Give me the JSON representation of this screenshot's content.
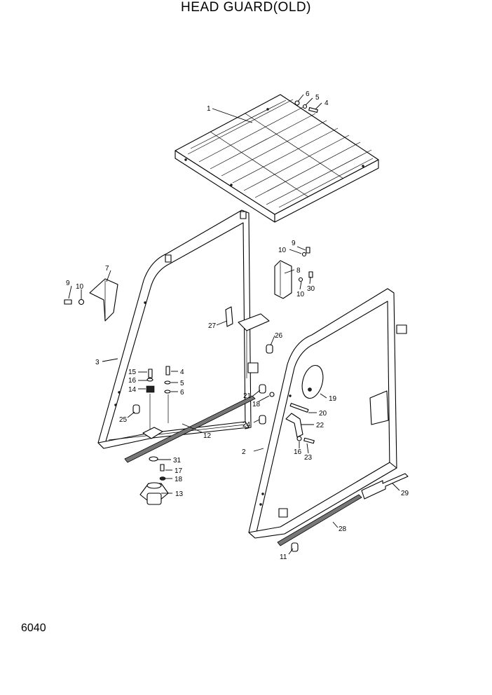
{
  "title": "HEAD GUARD(OLD)",
  "page_number": "6040",
  "callouts": [
    "1",
    "2",
    "3",
    "4",
    "4",
    "5",
    "5",
    "6",
    "6",
    "7",
    "8",
    "9",
    "9",
    "10",
    "10",
    "10",
    "11",
    "12",
    "13",
    "14",
    "15",
    "16",
    "16",
    "17",
    "18",
    "18",
    "19",
    "20",
    "21",
    "22",
    "23",
    "24",
    "25",
    "26",
    "27",
    "28",
    "29",
    "30",
    "31"
  ]
}
